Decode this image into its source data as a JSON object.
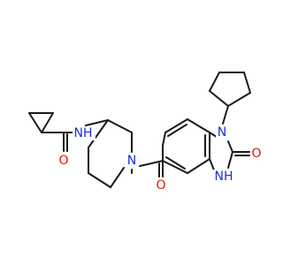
{
  "molecule": {
    "colors": {
      "bond": "#1a1a1a",
      "nitrogen": "#1f2fd6",
      "oxygen": "#e0140d",
      "background": "#ffffff"
    },
    "atoms": {
      "amide_nh": "NH",
      "amide_o": "O",
      "piperidine_n": "N",
      "ketone_o": "O",
      "benzimidazole_n1": "N",
      "urea_o": "O",
      "benzimidazole_nh": "NH"
    }
  }
}
